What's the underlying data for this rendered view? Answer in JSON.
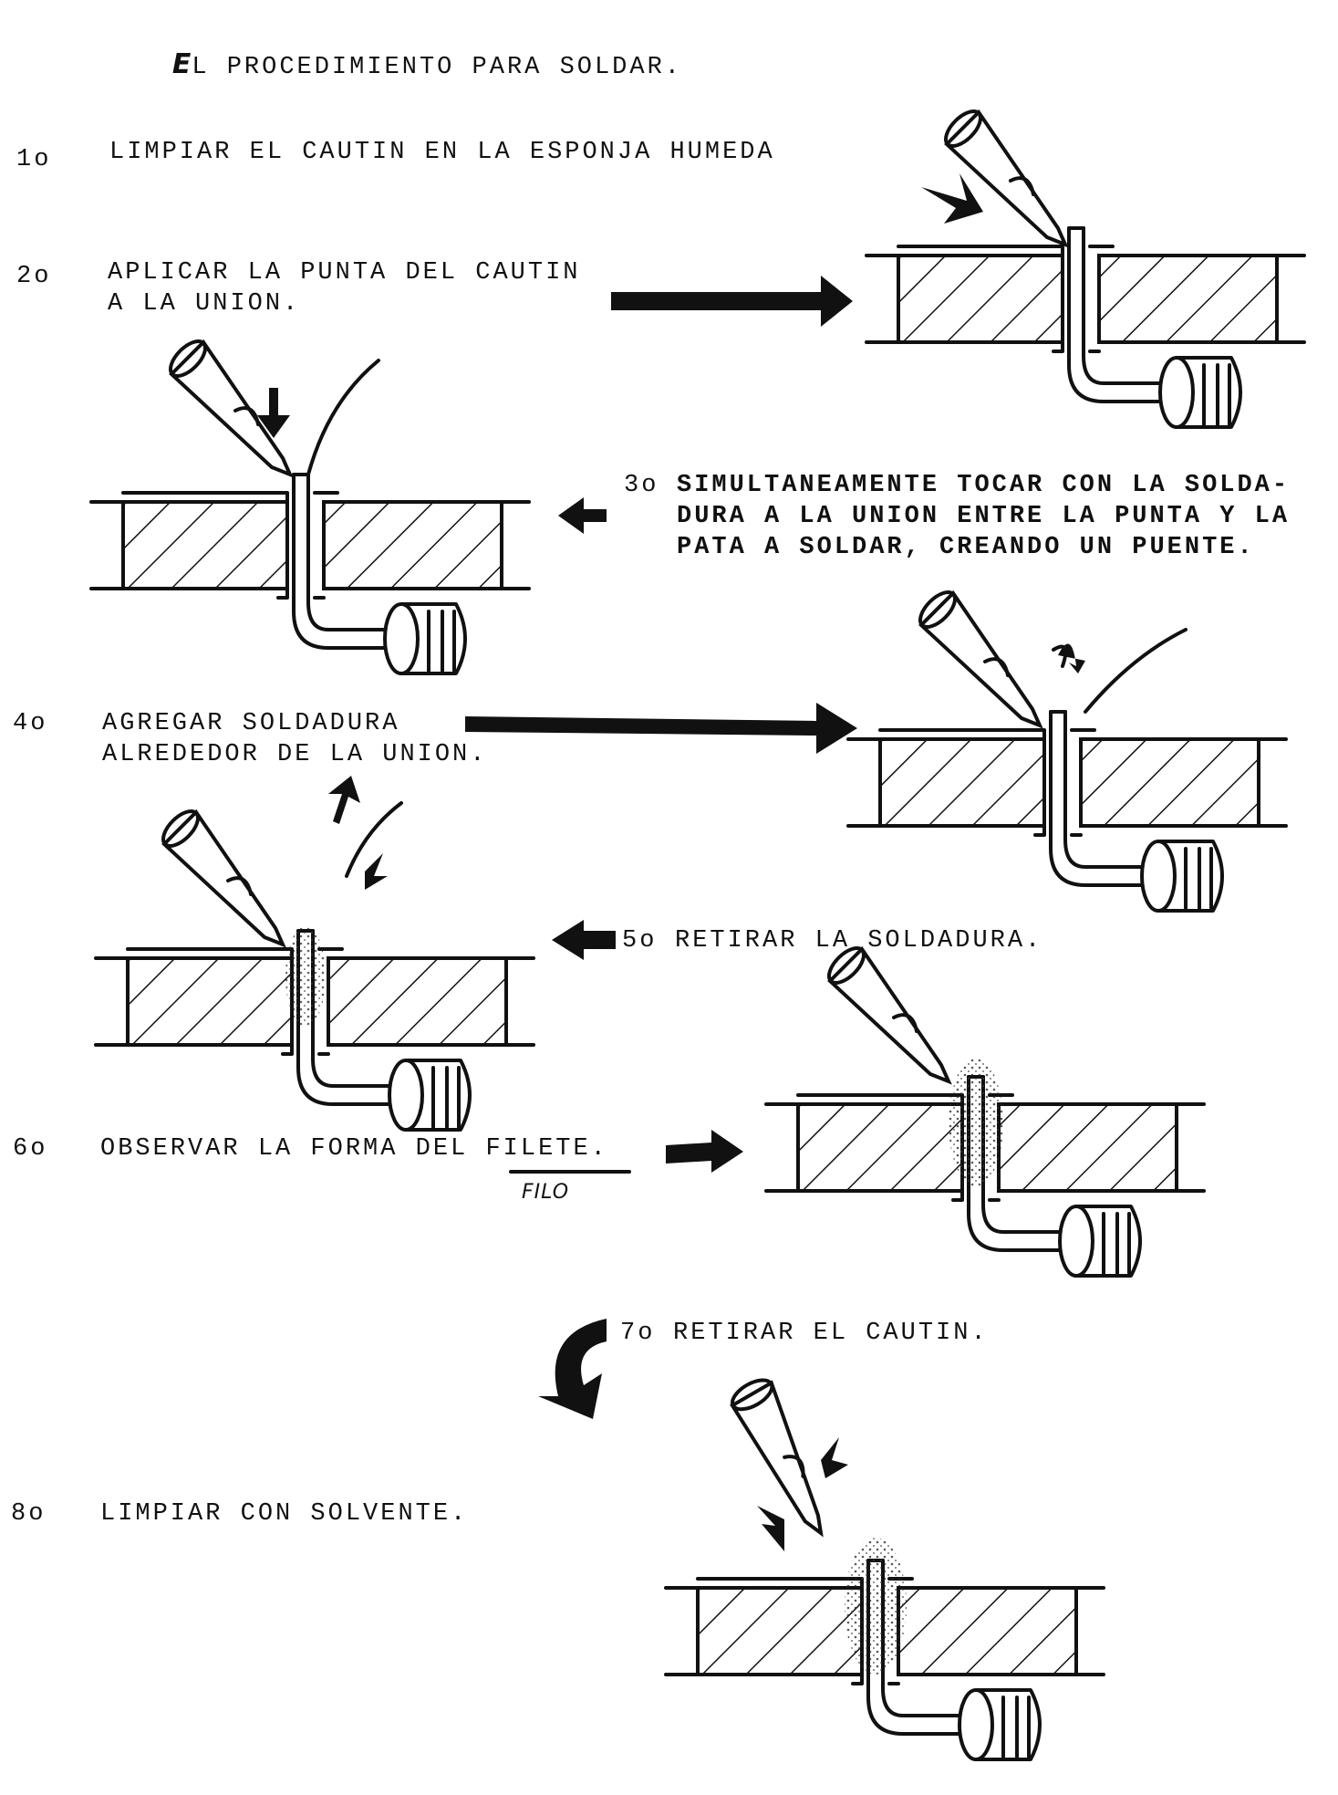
{
  "title": {
    "mark": "E",
    "text": "L PROCEDIMIENTO PARA SOLDAR."
  },
  "steps": [
    {
      "num": "1o",
      "lines": [
        "LIMPIAR EL CAUTIN EN LA ESPONJA HUMEDA"
      ]
    },
    {
      "num": "2o",
      "lines": [
        "APLICAR LA PUNTA DEL CAUTIN",
        "A LA UNION."
      ]
    },
    {
      "num": "3o",
      "lines": [
        "SIMULTANEAMENTE TOCAR CON LA SOLDA-",
        "DURA A LA UNION ENTRE LA PUNTA Y LA",
        "PATA A SOLDAR, CREANDO UN PUENTE."
      ]
    },
    {
      "num": "4o",
      "lines": [
        "AGREGAR SOLDADURA",
        "ALREDEDOR DE LA UNION."
      ]
    },
    {
      "num": "5o",
      "lines": [
        "RETIRAR LA SOLDADURA."
      ]
    },
    {
      "num": "6o",
      "lines": [
        "OBSERVAR LA FORMA DEL FILETE."
      ]
    },
    {
      "num": "7o",
      "lines": [
        "RETIRAR EL CAUTIN."
      ]
    },
    {
      "num": "8o",
      "lines": [
        "LIMPIAR CON SOLVENTE."
      ]
    }
  ],
  "handwritten_note": "FILO"
}
